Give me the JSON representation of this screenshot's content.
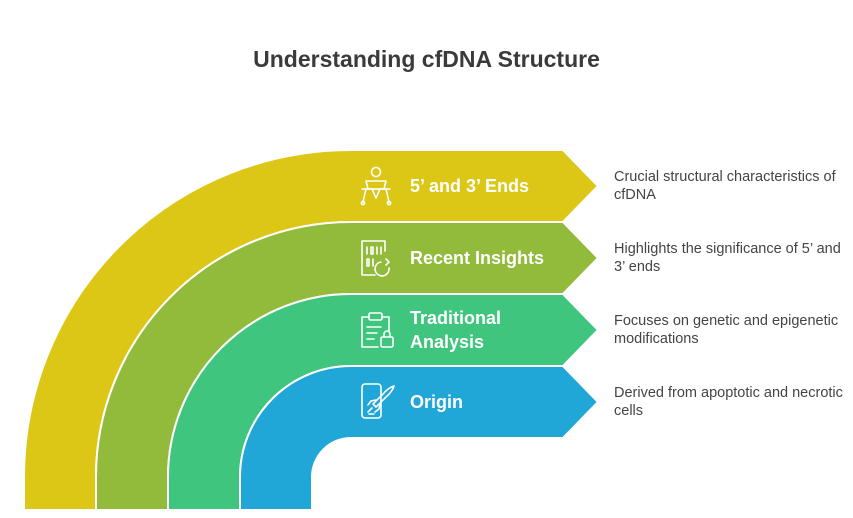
{
  "title": "Understanding cfDNA Structure",
  "colors": {
    "band1": "#dcc716",
    "band2": "#92ba3b",
    "band3": "#3fc57d",
    "band4": "#20a7d8",
    "divider": "#ffffff"
  },
  "bands": [
    {
      "label_lines": [
        "5’ and 3’ Ends"
      ],
      "icon": "baby-walker-icon",
      "description": "Crucial structural characteristics of cfDNA"
    },
    {
      "label_lines": [
        "Recent Insights"
      ],
      "icon": "binary-document-icon",
      "description": "Highlights the significance of 5’ and 3’ ends"
    },
    {
      "label_lines": [
        "Traditional",
        "Analysis"
      ],
      "icon": "clipboard-lock-icon",
      "description": "Focuses on genetic and epigenetic modifications"
    },
    {
      "label_lines": [
        "Origin"
      ],
      "icon": "phone-rocket-icon",
      "description": "Derived from apoptotic and necrotic cells"
    }
  ]
}
